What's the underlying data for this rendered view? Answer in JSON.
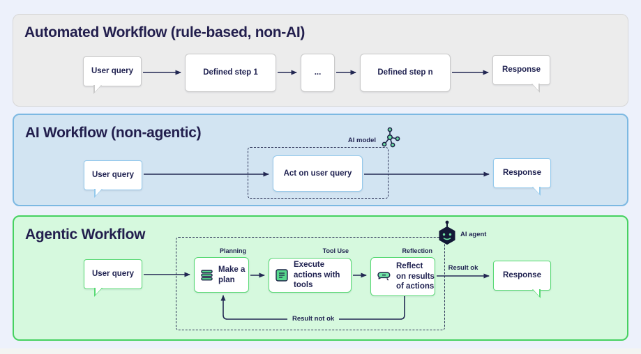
{
  "automated_panel": {
    "title": "Automated Workflow (rule-based, non-AI)",
    "user_query": "User query",
    "defined_step_1": "Defined step 1",
    "ellipsis": "...",
    "defined_step_n": "Defined step n",
    "response": "Response"
  },
  "ai_panel": {
    "title": "AI Workflow (non-agentic)",
    "user_query": "User query",
    "act_on_user_query": "Act on user query",
    "ai_model_label": "AI model",
    "response": "Response"
  },
  "agentic_panel": {
    "title": "Agentic Workflow",
    "user_query": "User query",
    "planning_label": "Planning",
    "make_a_plan": "Make a plan",
    "tool_use_label": "Tool Use",
    "execute_actions": "Execute actions with tools",
    "reflection_label": "Reflection",
    "reflect_on_results": "Reflect on results of actions",
    "ai_agent_label": "AI agent",
    "result_ok_label": "Result ok",
    "result_not_ok_label": "Result not ok",
    "response": "Response"
  },
  "colors": {
    "page_bg": "#edf1fb",
    "gray_panel_bg": "#ececec",
    "blue_panel_bg": "#d2e4f2",
    "blue_panel_border": "#7cb8e2",
    "green_panel_bg": "#d6f9de",
    "green_panel_border": "#46d160",
    "navy_text": "#211d4e",
    "arrow": "#232853",
    "icon_green": "#57d98d"
  }
}
